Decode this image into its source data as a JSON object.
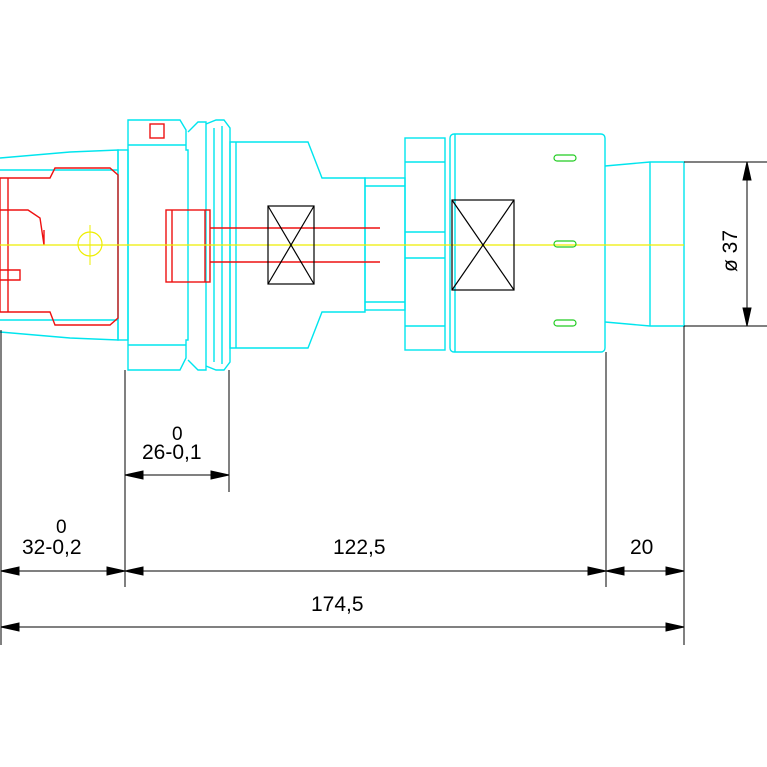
{
  "colors": {
    "background": "#ffffff",
    "outline": "#00e5ee",
    "section": "#ee1111",
    "centerline": "#eeee00",
    "slot": "#22cc22",
    "dimension": "#000000"
  },
  "dimensions": {
    "d_32": {
      "nominal": "0",
      "value": "32-0,2"
    },
    "d_26": {
      "nominal": "0",
      "value": "26-0,1"
    },
    "d_122": {
      "value": "122,5"
    },
    "d_20": {
      "value": "20"
    },
    "d_174": {
      "value": "174,5"
    },
    "d_37": {
      "value": "ø 37"
    }
  }
}
